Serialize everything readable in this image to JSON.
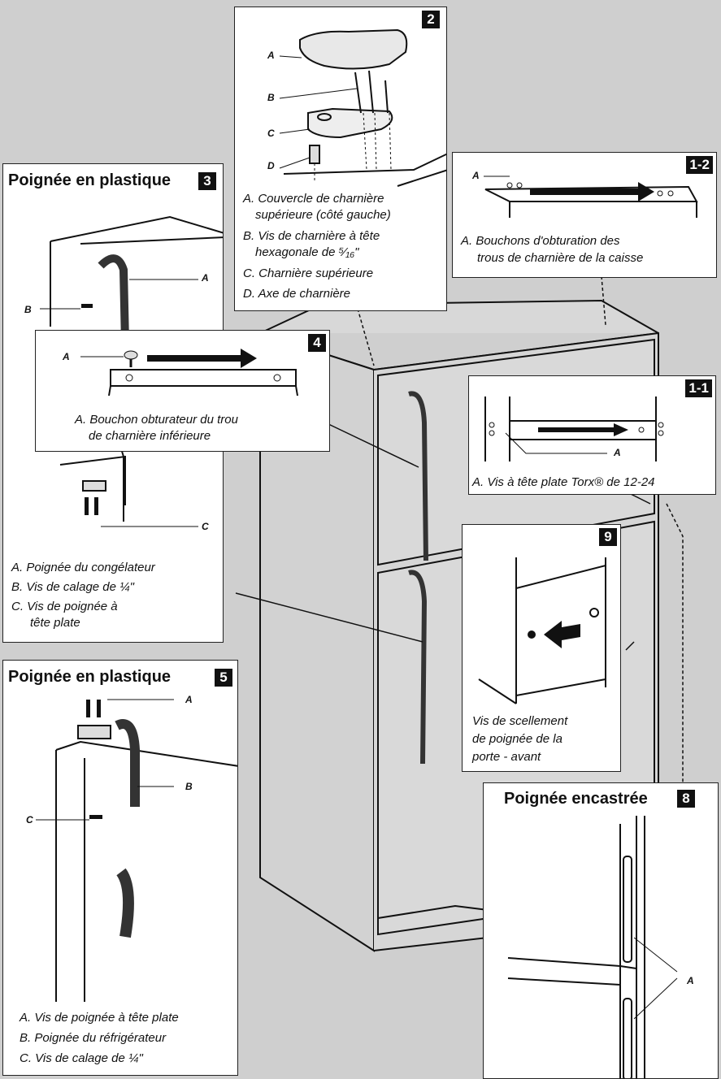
{
  "panels": {
    "p2": {
      "badge": "2",
      "labels": [
        "A",
        "B",
        "C",
        "D"
      ],
      "captions": [
        "A. Couvercle de charnière",
        "supérieure (côté gauche)",
        "B. Vis de charnière à tête",
        "hexagonale de ⁵⁄₁₆\"",
        "C. Charnière supérieure",
        "D. Axe de charnière"
      ]
    },
    "p12": {
      "badge": "1-2",
      "labels": [
        "A"
      ],
      "captions": [
        "A. Bouchons d'obturation des",
        "trous de charnière de la caisse"
      ]
    },
    "p3": {
      "badge": "3",
      "title": "Poignée en plastique",
      "labels": [
        "A",
        "B",
        "C"
      ],
      "captions": [
        "A. Poignée du congélateur",
        "B. Vis de calage de ¼\"",
        "C. Vis de poignée à",
        "tête plate"
      ]
    },
    "p4": {
      "badge": "4",
      "labels": [
        "A"
      ],
      "captions": [
        "A. Bouchon obturateur du trou",
        "de charnière inférieure"
      ]
    },
    "p11": {
      "badge": "1-1",
      "labels": [
        "A"
      ],
      "captions": [
        "A.  Vis à tête plate Torx® de 12-24"
      ]
    },
    "p9": {
      "badge": "9",
      "captions": [
        "Vis de scellement",
        "de poignée de la",
        "porte - avant"
      ]
    },
    "p5": {
      "badge": "5",
      "title": "Poignée en plastique",
      "labels": [
        "A",
        "B",
        "C"
      ],
      "captions": [
        "A. Vis de poignée à tête plate",
        "B. Poignée du réfrigérateur",
        "C. Vis de calage de ¼\""
      ]
    },
    "p8": {
      "badge": "8",
      "title": "Poignée encastrée",
      "labels": [
        "A"
      ]
    }
  }
}
